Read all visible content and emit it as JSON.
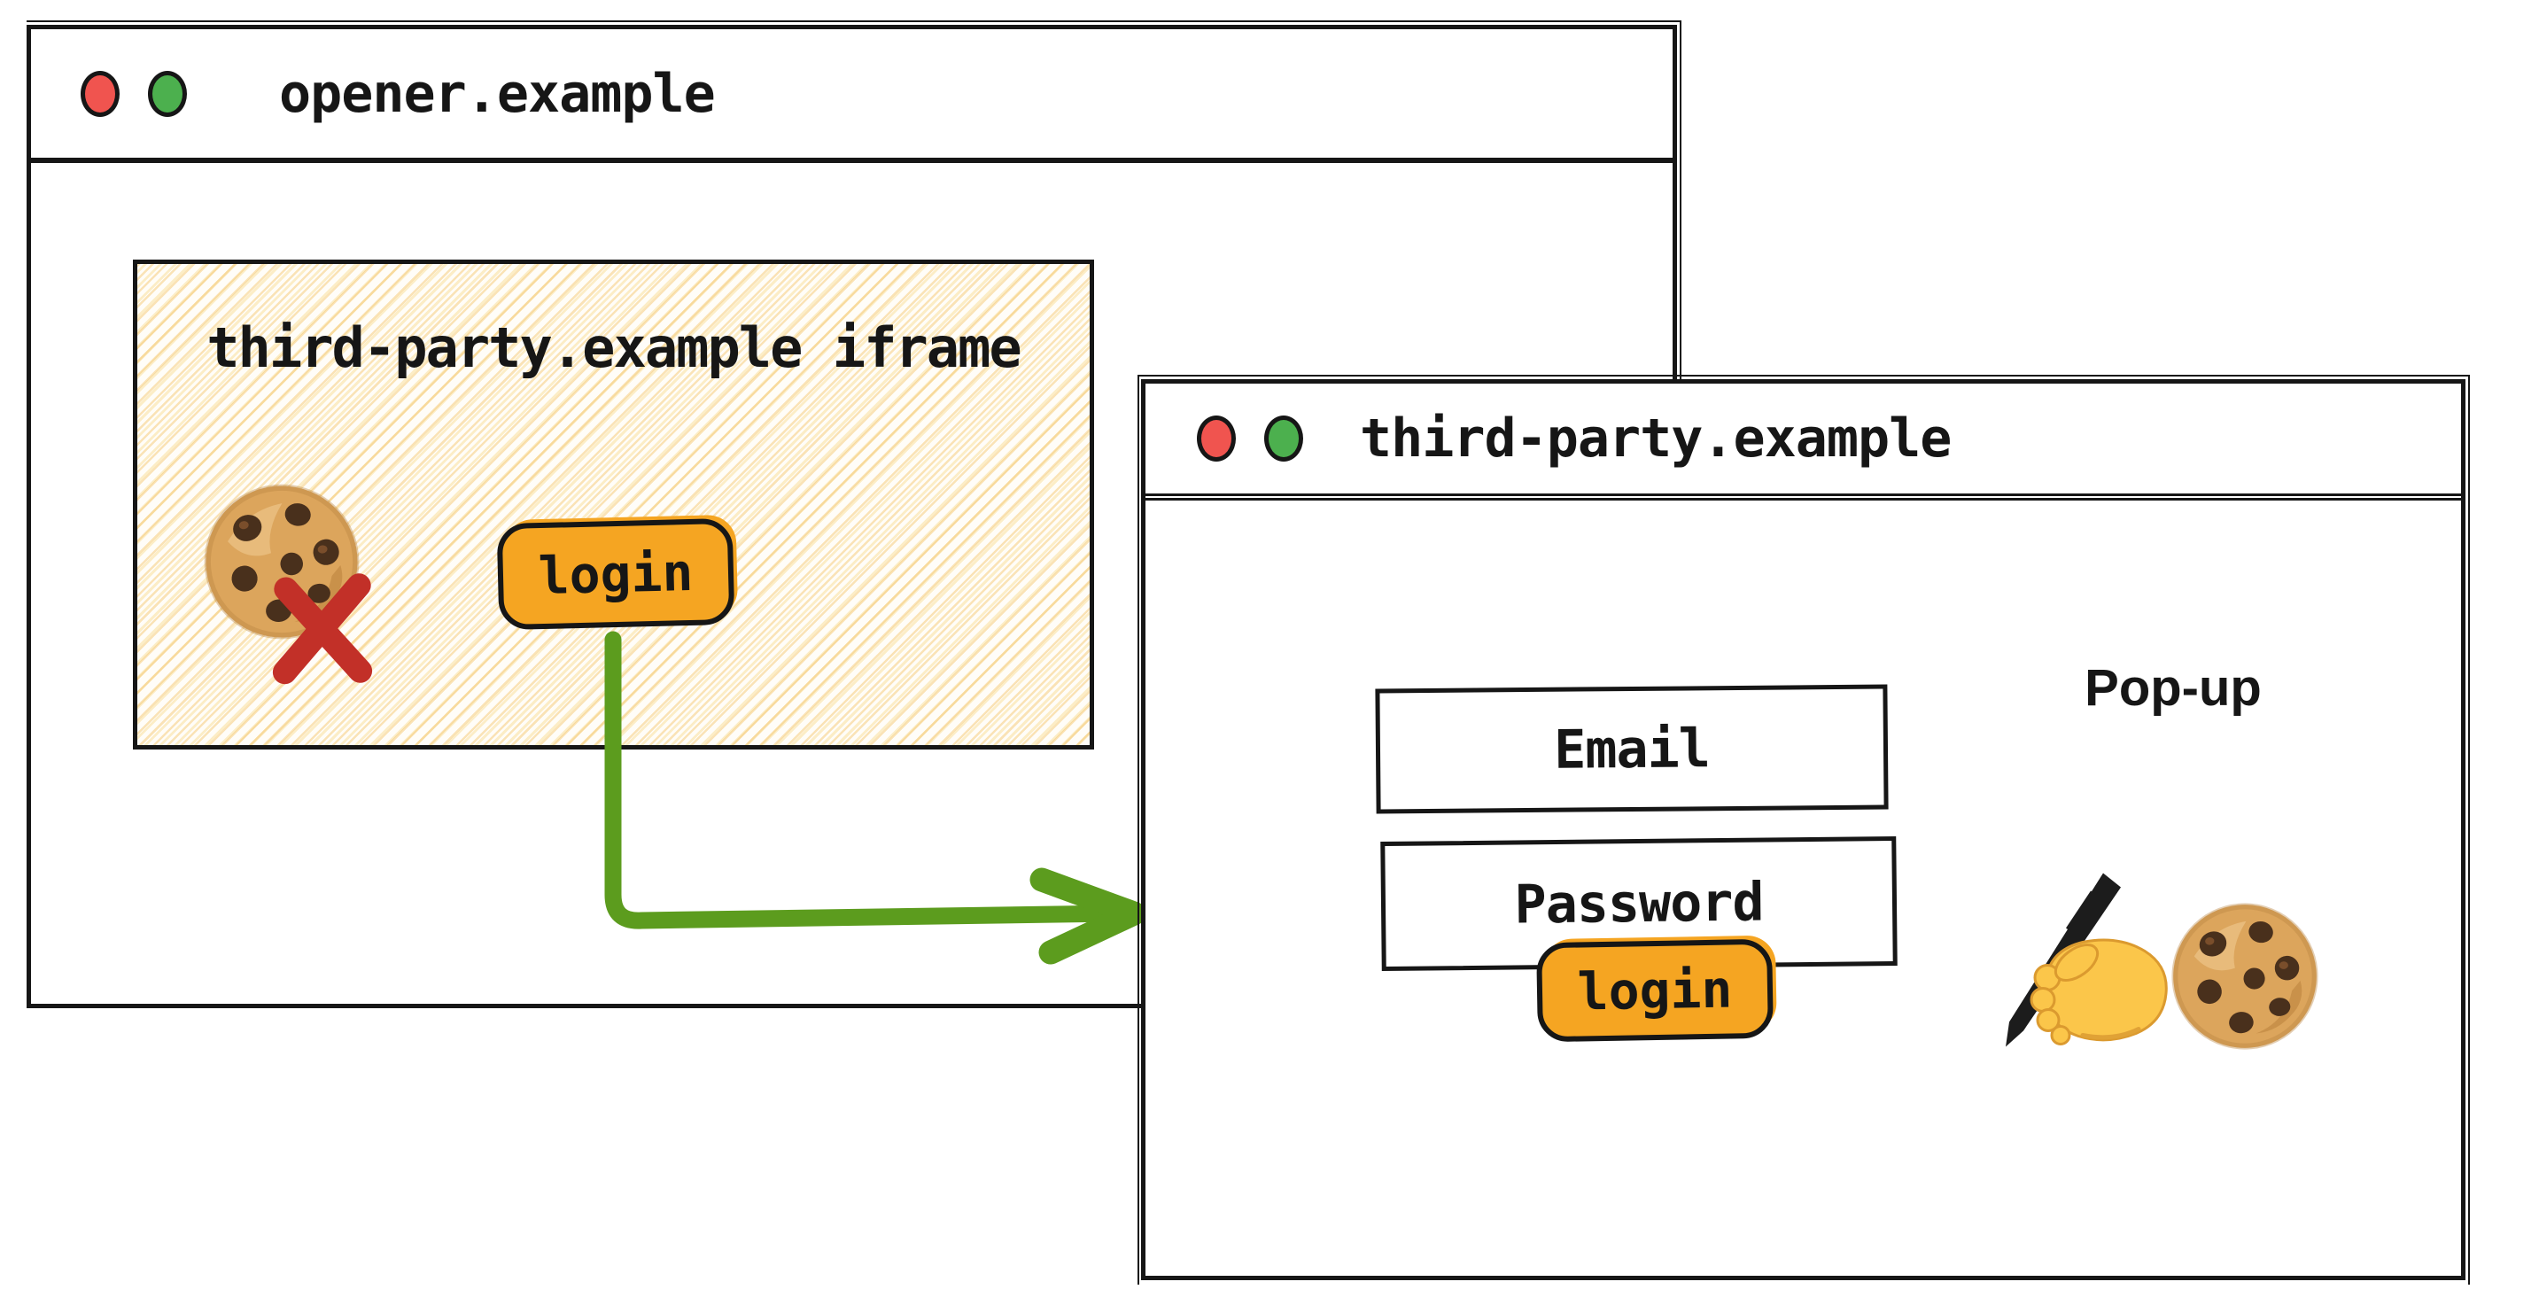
{
  "opener_window": {
    "title": "opener.example",
    "iframe": {
      "label": "third-party.example iframe",
      "login_button_label": "login"
    }
  },
  "popup_window": {
    "title": "third-party.example",
    "popup_label": "Pop-up",
    "email_placeholder": "Email",
    "password_placeholder": "Password",
    "login_button_label": "login"
  },
  "icons": {
    "traffic_light_red": "red-circle",
    "traffic_light_green": "green-circle",
    "cookie": "chocolate-chip-cookie-emoji",
    "blocked": "red-x-cross",
    "writing_hand": "writing-hand-emoji",
    "flow_arrow": "green-elbow-arrow-right"
  },
  "colors": {
    "accent_orange": "#F5A522",
    "arrow_green": "#5C9C1E",
    "blocked_red": "#C23028",
    "traffic_red": "#F0544F",
    "traffic_green": "#4CB04E",
    "hatch_yellow": "#F8DFA3",
    "ink": "#161616"
  }
}
